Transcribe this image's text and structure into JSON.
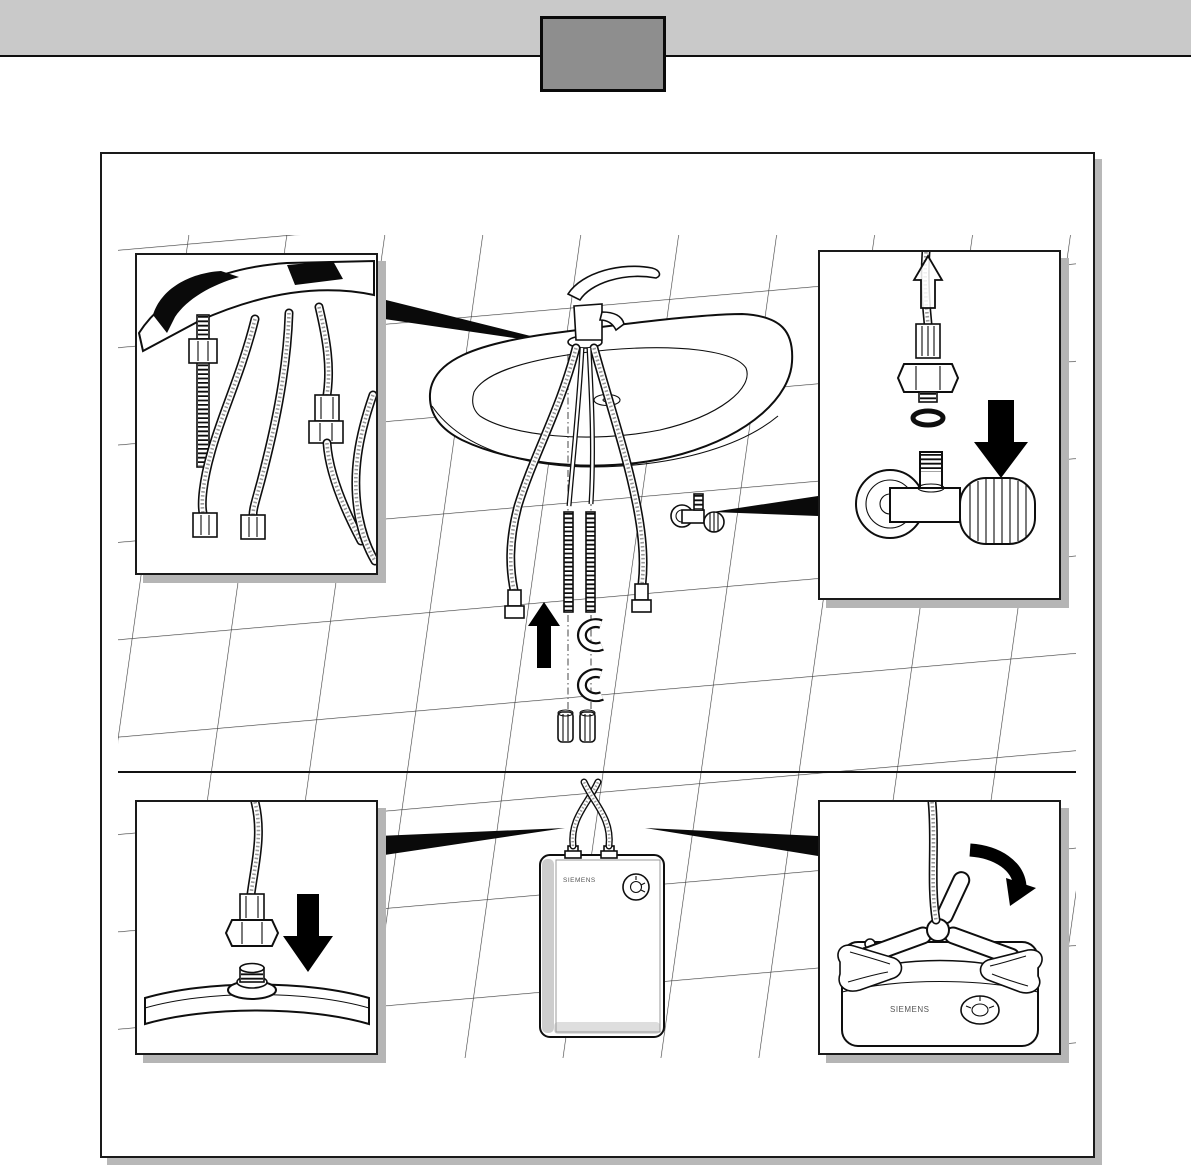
{
  "header": {
    "band_color": "#c9c9c9",
    "tab_fill": "#8e8e8e",
    "tab_border": "#0a0a0a"
  },
  "panel": {
    "border_color": "#1a1a1a",
    "shadow_color": "#b8b8b8",
    "tile_line_color": "#3a3a3a",
    "divider_color": "#111111"
  },
  "figure": {
    "brand": "SIEMENS",
    "arrow_color": "#000000",
    "insets": [
      {
        "name": "under-sink-hose-connections",
        "position": "top-left"
      },
      {
        "name": "angle-valve-assembly",
        "position": "top-right"
      },
      {
        "name": "hose-to-heater-outlet",
        "position": "bottom-left"
      },
      {
        "name": "tighten-with-plastic-wrench",
        "position": "bottom-right"
      }
    ]
  }
}
